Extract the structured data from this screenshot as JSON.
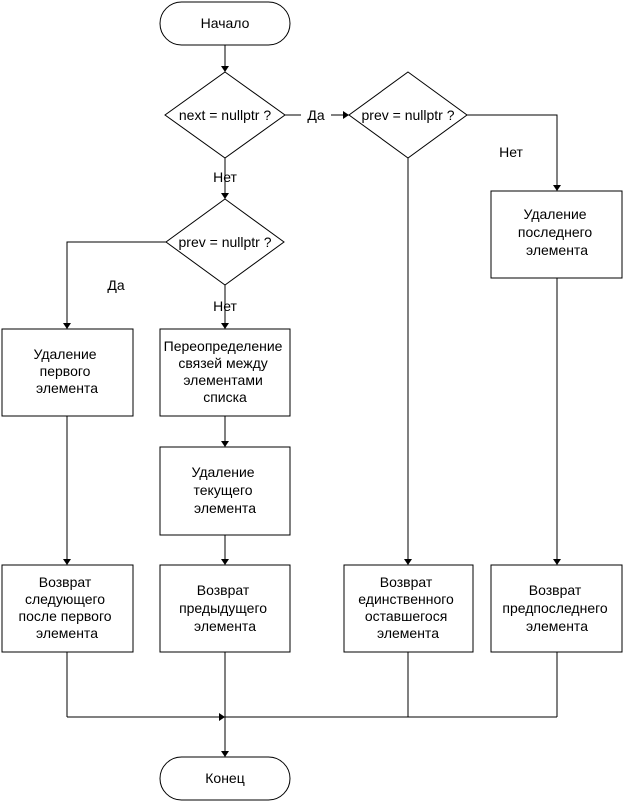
{
  "start": {
    "label": "Начало"
  },
  "end": {
    "label": "Конец"
  },
  "decisions": {
    "next_null": "next = nullptr ?",
    "prev_null_right": "prev = nullptr ?",
    "prev_null_left": "prev = nullptr ?"
  },
  "edge_labels": {
    "next_yes": "Да",
    "next_no": "Нет",
    "prev_right_no": "Нет",
    "prev_left_yes": "Да",
    "prev_left_no": "Нет"
  },
  "processes": {
    "delete_first": [
      "Удаление",
      "первого",
      "элемента"
    ],
    "relink": [
      "Переопределение",
      "связей между",
      "элементами",
      "списка"
    ],
    "delete_current": [
      "Удаление",
      "текущего",
      "элемента"
    ],
    "delete_last": [
      "Удаление",
      "последнего",
      "элемента"
    ],
    "return_next_after_first": [
      "Возврат",
      "следующего",
      "после первого",
      "элемента"
    ],
    "return_previous": [
      "Возврат",
      "предыдущего",
      "элемента"
    ],
    "return_only_remaining": [
      "Возврат",
      "единственного",
      "оставшегося",
      "элемента"
    ],
    "return_penultimate": [
      "Возврат",
      "предпоследнего",
      "элемента"
    ]
  }
}
